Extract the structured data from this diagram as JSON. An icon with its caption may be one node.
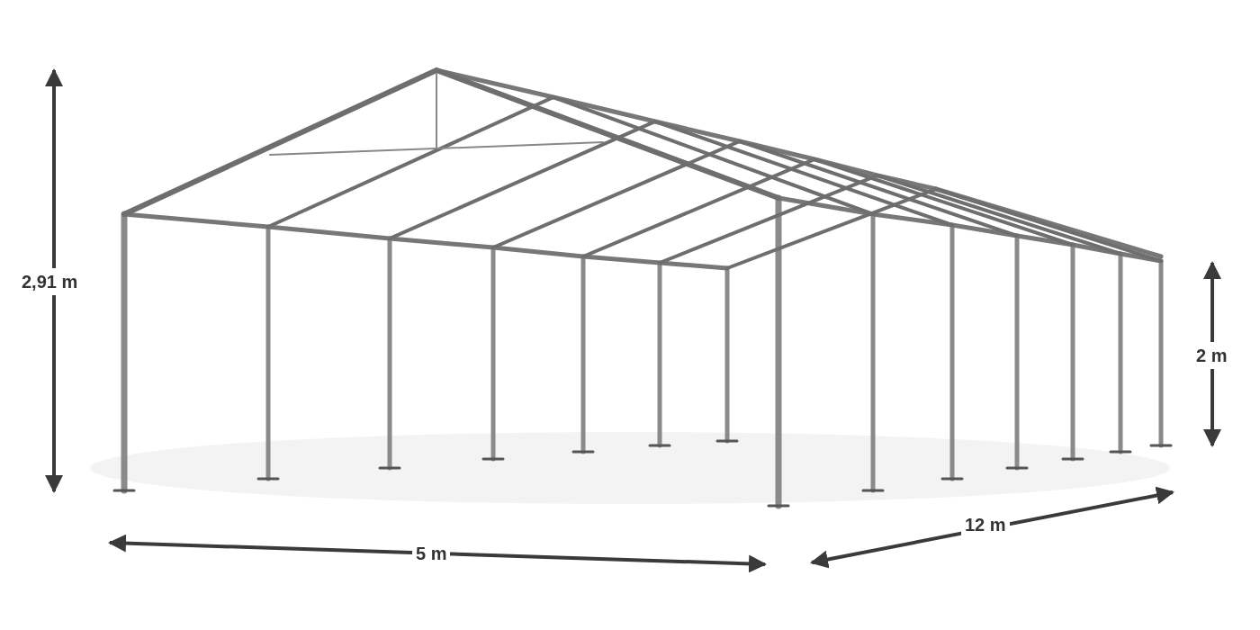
{
  "diagram": {
    "labels": [
      "2,91 m",
      "2 m",
      "12 m",
      "5 m"
    ]
  }
}
